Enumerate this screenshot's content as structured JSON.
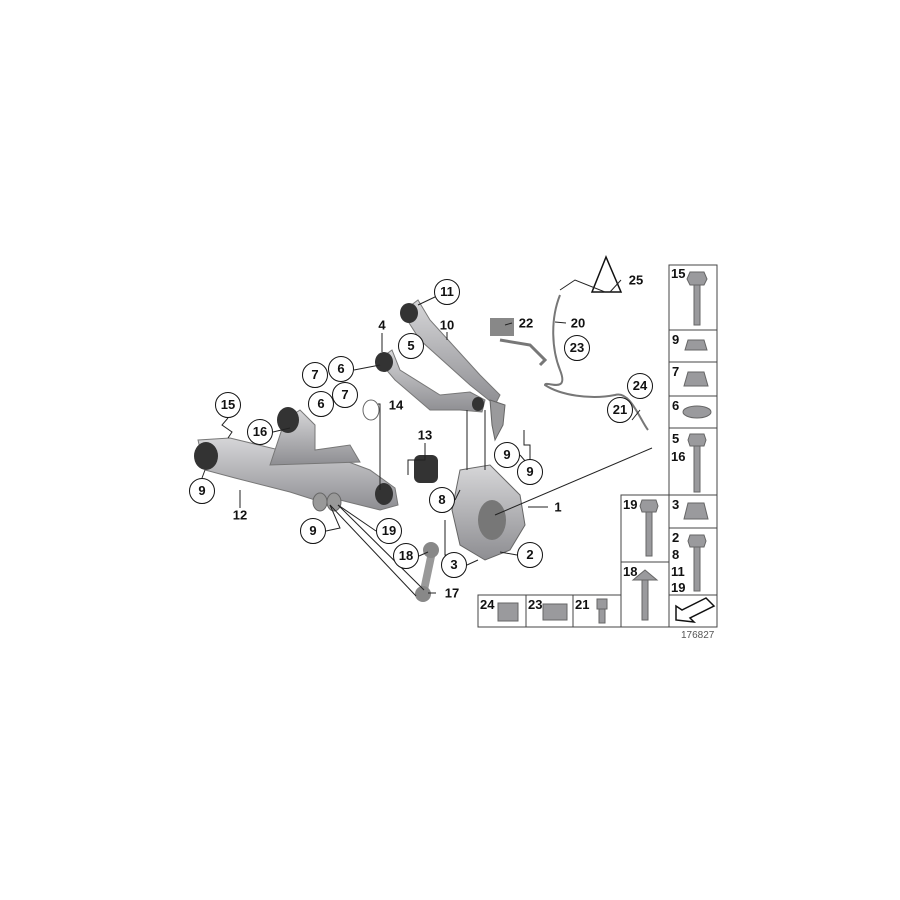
{
  "diagram_number": "176827",
  "callouts": {
    "c11": "11",
    "c10": "10",
    "c4": "4",
    "c5": "5",
    "c7a": "7",
    "c6a": "6",
    "c6b": "6",
    "c7b": "7",
    "c14": "14",
    "c15": "15",
    "c16": "16",
    "c13": "13",
    "c9a": "9",
    "c12": "12",
    "c9b": "9",
    "c19": "19",
    "c18": "18",
    "c3": "3",
    "c17": "17",
    "c8": "8",
    "c9c": "9",
    "c9d": "9",
    "c1": "1",
    "c2": "2",
    "c22": "22",
    "c20": "20",
    "c23": "23",
    "c25": "25",
    "c24": "24",
    "c21": "21"
  },
  "hardware_table": {
    "r15": "15",
    "r9": "9",
    "r7": "7",
    "r6": "6",
    "r5": "5",
    "r16": "16",
    "r3": "3",
    "r2": "2",
    "r8": "8",
    "r11": "11",
    "r19b": "19",
    "r19": "19",
    "r18": "18",
    "r24": "24",
    "r23": "23",
    "r21": "21"
  },
  "colors": {
    "part": "#b4b4b6",
    "part_dark": "#7d7d80",
    "line": "#222222",
    "grid": "#444444"
  }
}
